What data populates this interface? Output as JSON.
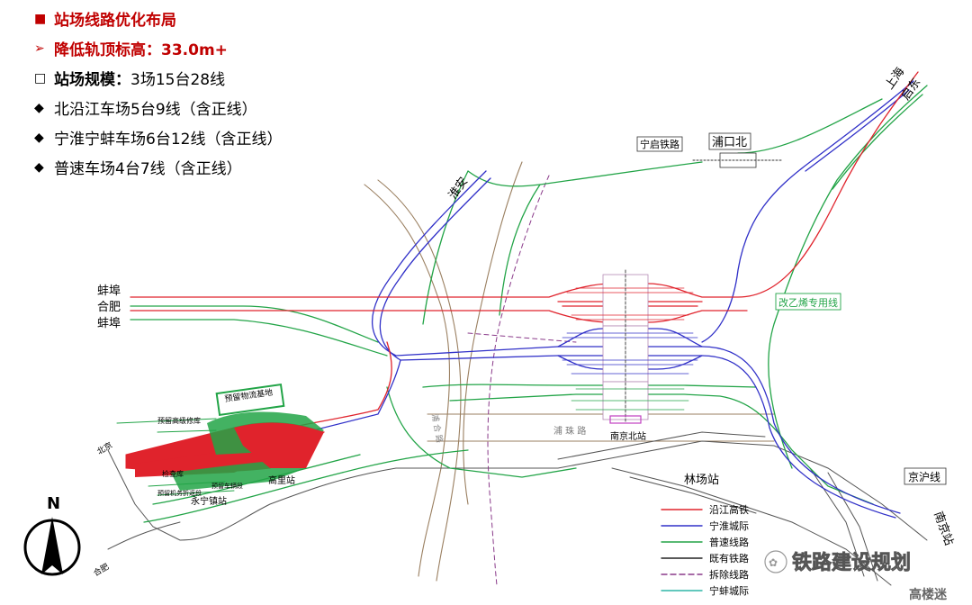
{
  "bullets": [
    {
      "marker": "■",
      "text": "站场线路优化布局",
      "style": "red"
    },
    {
      "marker": "➢",
      "text": "降低轨顶标高：33.0m+",
      "style": "red"
    },
    {
      "marker": "□",
      "label": "站场规模：",
      "text": "3场15台28线",
      "style": "bold"
    },
    {
      "marker": "◆",
      "text": "北沿江车场5台9线（含正线）",
      "style": "plain"
    },
    {
      "marker": "◆",
      "text": "宁淮宁蚌车场6台12线（含正线）",
      "style": "plain"
    },
    {
      "marker": "◆",
      "text": "普速车场4台7线（含正线）",
      "style": "plain"
    }
  ],
  "map_labels": {
    "bengbu_1": "蚌埠",
    "hefei_1": "合肥",
    "bengbu_2": "蚌埠",
    "huaian": "淮安",
    "ningqi": "宁启铁路",
    "pukou_north": "浦口北",
    "shanghai": "上海",
    "qidong": "启东",
    "gaiyixi": "改乙烯专用线",
    "nanjing_north": "南京北站",
    "puzhu_road": "浦  珠  路",
    "linchang": "林场站",
    "jinghu": "京沪线",
    "nanjing_station": "南京站",
    "beijing": "北京",
    "hefei_2": "合肥",
    "yongning": "永宁镇站",
    "gaoli": "高里站",
    "yuliu_huowu": "预留物流基地",
    "yuliu_gaoji": "预留高级修库",
    "jiancha": "检查库",
    "yuliu_jiche": "预留机务折返段",
    "yuliu_cheliang": "预留车辆段",
    "north": "N",
    "road_v": "浦  合  路"
  },
  "legend": [
    {
      "label": "沿江高铁",
      "color": "#e0232c",
      "style": "solid"
    },
    {
      "label": "宁淮城际",
      "color": "#3030c8",
      "style": "solid"
    },
    {
      "label": "普速线路",
      "color": "#22a447",
      "style": "solid"
    },
    {
      "label": "既有铁路",
      "color": "#222222",
      "style": "solid"
    },
    {
      "label": "拆除线路",
      "color": "#8a3a8a",
      "style": "cross"
    },
    {
      "label": "宁蚌城际",
      "color": "#2fb5a7",
      "style": "solid"
    }
  ],
  "watermark": {
    "text": "铁路建设规划",
    "logo": "高楼迷"
  }
}
